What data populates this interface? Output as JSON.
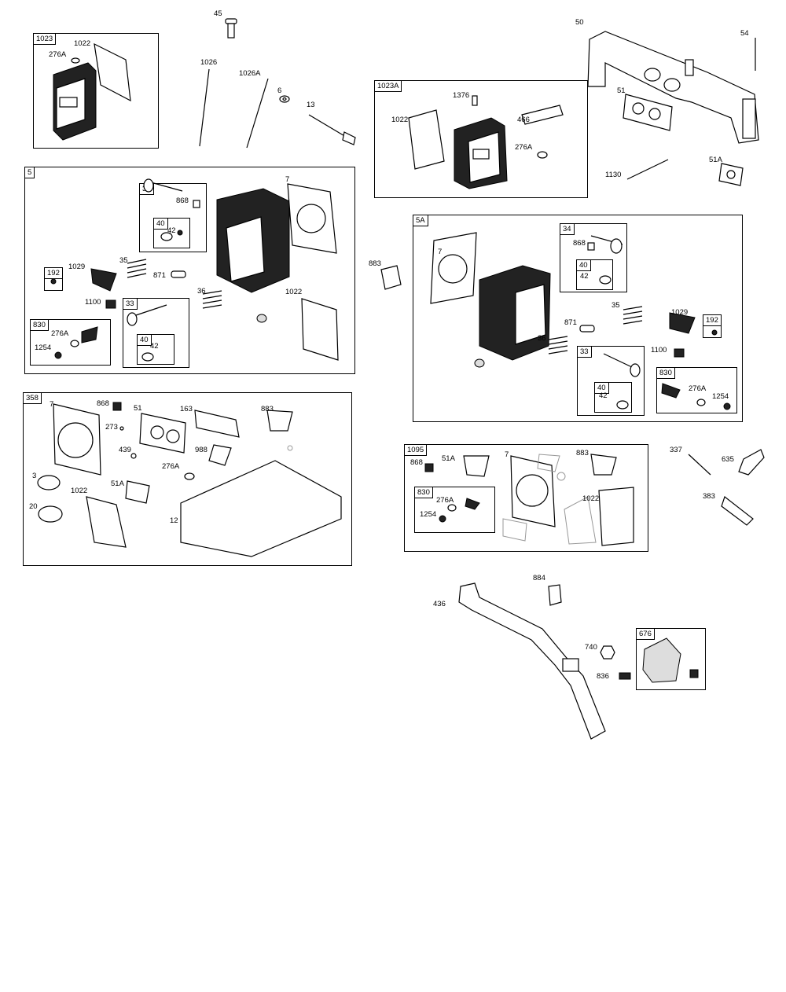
{
  "groups": {
    "g1023": "1023",
    "g1023A": "1023A",
    "g5": "5",
    "g5A": "5A",
    "g358": "358",
    "g1095": "1095",
    "g676": "676",
    "sub34a": "34",
    "sub40a": "40",
    "sub33": "33",
    "sub40b": "40",
    "sub192a": "192",
    "sub830a": "830",
    "sub34b": "34",
    "sub40c": "40",
    "sub33b": "33",
    "sub40d": "40",
    "sub192b": "192",
    "sub830b": "830",
    "sub830c": "830"
  },
  "labels": {
    "p45": "45",
    "p1026": "1026",
    "p1026A": "1026A",
    "p6": "6",
    "p13": "13",
    "b1023_1022": "1022",
    "b1023_276A": "276A",
    "p50": "50",
    "p54": "54",
    "p51": "51",
    "p1130": "1130",
    "p51A": "51A",
    "b1023A_1376": "1376",
    "b1023A_1022": "1022",
    "b1023A_466": "466",
    "b1023A_276A": "276A",
    "b5_7": "7",
    "b5_868": "868",
    "b5_42a": "42",
    "b5_1029": "1029",
    "b5_35": "35",
    "b5_871": "871",
    "b5_36": "36",
    "b5_1022": "1022",
    "b5_1100": "1100",
    "b5_276A": "276A",
    "b5_1254": "1254",
    "b5_42b": "42",
    "p883": "883",
    "b5A_7": "7",
    "b5A_868": "868",
    "b5A_42a": "42",
    "b5A_35": "35",
    "b5A_1029": "1029",
    "b5A_871": "871",
    "b5A_36": "36",
    "b5A_1100": "1100",
    "b5A_42b": "42",
    "b5A_276A": "276A",
    "b5A_1254": "1254",
    "b358_7": "7",
    "b358_868": "868",
    "b358_51": "51",
    "b358_163": "163",
    "b358_883": "883",
    "b358_273": "273",
    "b358_439": "439",
    "b358_988": "988",
    "b358_3": "3",
    "b358_276A": "276A",
    "b358_51A": "51A",
    "b358_1022": "1022",
    "b358_20": "20",
    "b358_12": "12",
    "b1095_868": "868",
    "b1095_51A": "51A",
    "b1095_7": "7",
    "b1095_883": "883",
    "b1095_276A": "276A",
    "b1095_1022": "1022",
    "b1095_1254": "1254",
    "p337": "337",
    "p635": "635",
    "p383": "383",
    "p884": "884",
    "p436": "436",
    "p740": "740",
    "p836": "836"
  }
}
